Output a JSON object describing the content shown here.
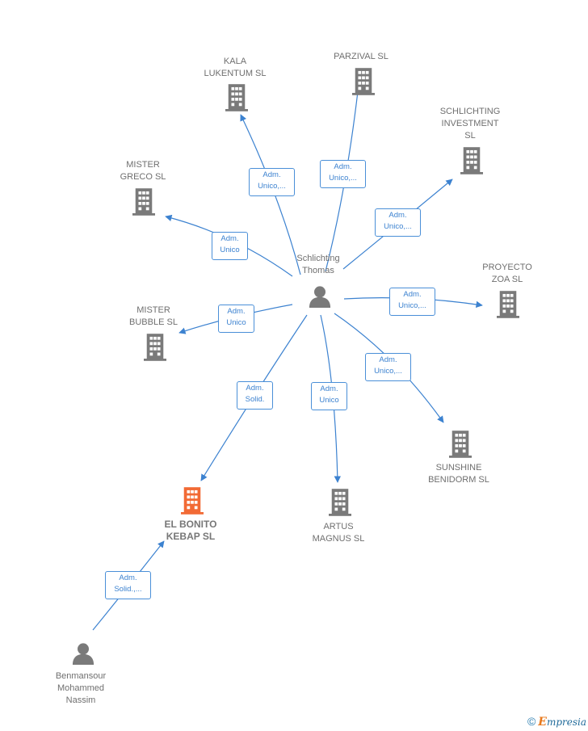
{
  "nodes": {
    "schlichting_thomas": {
      "label": "Schlichting\nThomas",
      "type": "person"
    },
    "benmansour": {
      "label": "Benmansour\nMohammed\nNassim",
      "type": "person"
    },
    "kala_lukentum": {
      "label": "KALA\nLUKENTUM  SL",
      "type": "company"
    },
    "parzival": {
      "label": "PARZIVAL SL",
      "type": "company"
    },
    "schlichting_investment": {
      "label": "SCHLICHTING\nINVESTMENT\nSL",
      "type": "company"
    },
    "mister_greco": {
      "label": "MISTER\nGRECO SL",
      "type": "company"
    },
    "proyecto_zoa": {
      "label": "PROYECTO\nZOA  SL",
      "type": "company"
    },
    "mister_bubble": {
      "label": "MISTER\nBUBBLE SL",
      "type": "company"
    },
    "sunshine_benidorm": {
      "label": "SUNSHINE\nBENIDORM  SL",
      "type": "company"
    },
    "artus_magnus": {
      "label": "ARTUS\nMAGNUS SL",
      "type": "company"
    },
    "el_bonito_kebap": {
      "label": "EL BONITO\nKEBAP  SL",
      "type": "company",
      "highlight": true
    }
  },
  "edges": {
    "kala": {
      "from": "schlichting_thomas",
      "to": "kala_lukentum",
      "label": "Adm.\nUnico,..."
    },
    "parzival": {
      "from": "schlichting_thomas",
      "to": "parzival",
      "label": "Adm.\nUnico,..."
    },
    "investment": {
      "from": "schlichting_thomas",
      "to": "schlichting_investment",
      "label": "Adm.\nUnico,..."
    },
    "greco": {
      "from": "schlichting_thomas",
      "to": "mister_greco",
      "label": "Adm.\nUnico"
    },
    "zoa": {
      "from": "schlichting_thomas",
      "to": "proyecto_zoa",
      "label": "Adm.\nUnico,..."
    },
    "bubble": {
      "from": "schlichting_thomas",
      "to": "mister_bubble",
      "label": "Adm.\nUnico"
    },
    "sunshine": {
      "from": "schlichting_thomas",
      "to": "sunshine_benidorm",
      "label": "Adm.\nUnico,..."
    },
    "artus": {
      "from": "schlichting_thomas",
      "to": "artus_magnus",
      "label": "Adm.\nUnico"
    },
    "bonito": {
      "from": "schlichting_thomas",
      "to": "el_bonito_kebap",
      "label": "Adm.\nSolid."
    },
    "benmansour": {
      "from": "benmansour",
      "to": "el_bonito_kebap",
      "label": "Adm.\nSolid.,..."
    }
  },
  "colors": {
    "company": "#7a7a7a",
    "highlight": "#f26a35",
    "person": "#7a7a7a",
    "edge": "#3c82d0"
  },
  "footer": {
    "copyright": "©",
    "brand_initial": "E",
    "brand_rest": "mpresia"
  }
}
